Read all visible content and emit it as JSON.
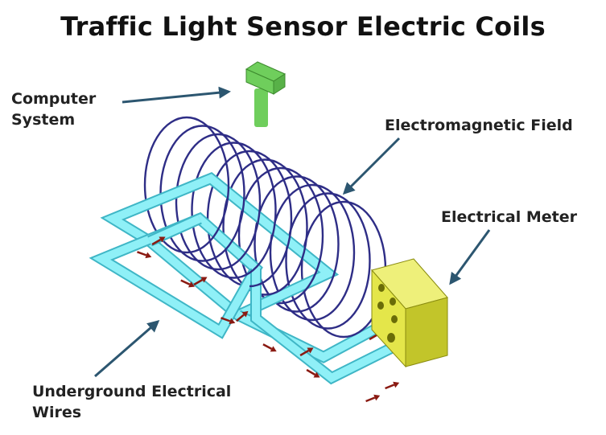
{
  "title": "Traffic Light Sensor Electric Coils",
  "labels": {
    "computer_line1": "Computer",
    "computer_line2": "System",
    "field": "Electromagnetic Field",
    "meter": "Electrical Meter",
    "wires_line1": "Underground Electrical",
    "wires_line2": "Wires"
  },
  "colors": {
    "coil": "#2e2d86",
    "wire_face": "#8ff0f7",
    "wire_edge": "#3fb6c6",
    "meter_front": "#e4e64a",
    "meter_side": "#c2c52a",
    "meter_top": "#eef07a",
    "computer": "#6fce5c",
    "pointer": "#2c5670",
    "current_arrow": "#8a1a12"
  }
}
